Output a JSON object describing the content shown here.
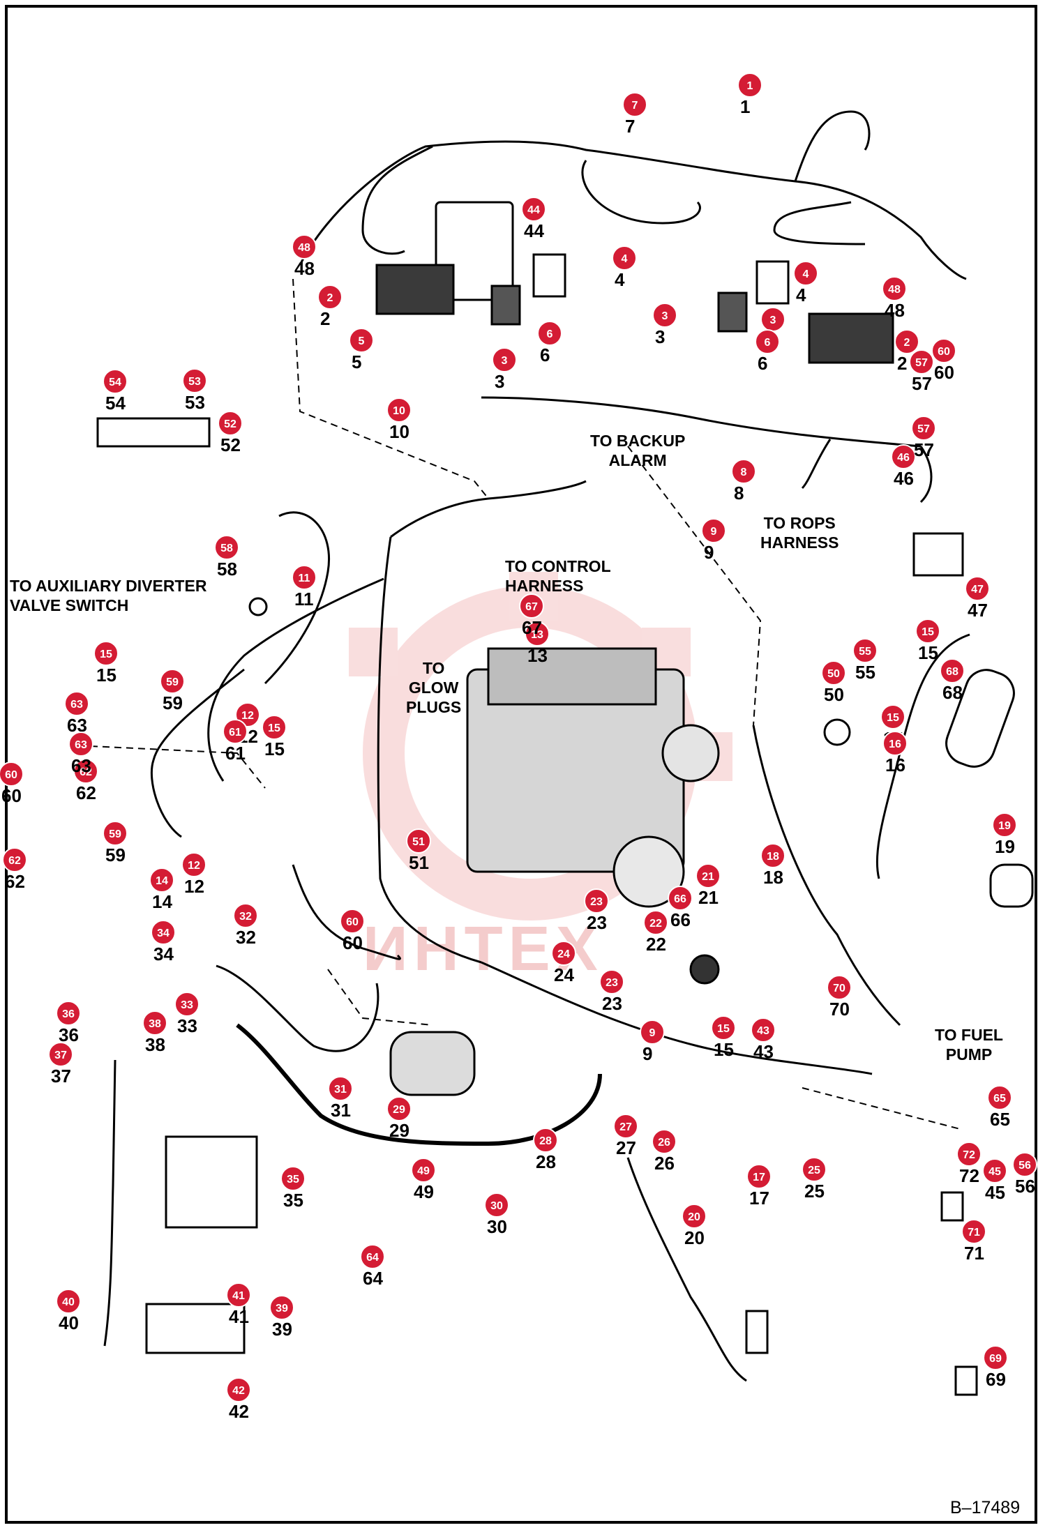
{
  "labels": {
    "backup_alarm": "TO BACKUP\nALARM",
    "rops_harness": "TO ROPS\nHARNESS",
    "control_harness": "TO CONTROL\nHARNESS",
    "aux_diverter": "TO AUXILIARY DIVERTER\nVALVE SWITCH",
    "glow_plugs": "TO\nGLOW\nPLUGS",
    "fuel_pump": "TO FUEL\nPUMP"
  },
  "figure_ref": "B–17489",
  "watermark": "ИНТЕХ",
  "colors": {
    "callout": "#d41c34",
    "callout_text": "#ffffff",
    "line": "#000000",
    "watermark": "#f2b8b8"
  },
  "callouts": [
    "1",
    "2",
    "2",
    "3",
    "3",
    "3",
    "4",
    "4",
    "5",
    "6",
    "6",
    "7",
    "8",
    "9",
    "9",
    "10",
    "11",
    "12",
    "12",
    "13",
    "14",
    "15",
    "15",
    "15",
    "15",
    "15",
    "16",
    "17",
    "18",
    "19",
    "20",
    "21",
    "22",
    "23",
    "23",
    "24",
    "25",
    "26",
    "27",
    "28",
    "29",
    "30",
    "31",
    "32",
    "33",
    "34",
    "35",
    "36",
    "37",
    "38",
    "39",
    "40",
    "41",
    "42",
    "43",
    "44",
    "45",
    "46",
    "47",
    "48",
    "48",
    "49",
    "50",
    "51",
    "52",
    "53",
    "54",
    "55",
    "56",
    "57",
    "57",
    "58",
    "59",
    "59",
    "60",
    "60",
    "60",
    "61",
    "62",
    "62",
    "63",
    "63",
    "64",
    "65",
    "66",
    "67",
    "68",
    "69",
    "70",
    "71",
    "72"
  ]
}
